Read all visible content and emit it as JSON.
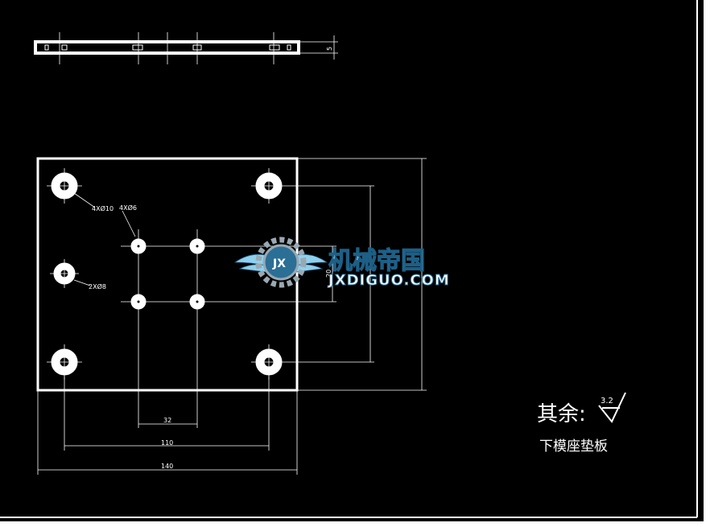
{
  "drawing": {
    "dimensions": {
      "side_thickness": "5",
      "hole_pitch_small": "32",
      "hole_pitch_large": "110",
      "overall_width": "140",
      "vertical_small": "20"
    },
    "callouts": {
      "large_holes": "4XØ10",
      "small_holes": "4XØ6",
      "mid_holes": "2XØ8"
    },
    "roughness_note": "其余:",
    "roughness_value": "3.2",
    "part_name": "下模座垫板"
  },
  "watermark": {
    "badge": "JX",
    "title": "机械帝国",
    "subtitle": "JXDIGUO.COM",
    "colors": {
      "primary": "#8fd0ec",
      "dark": "#1d5f86",
      "gear": "#9aa8b2"
    }
  }
}
